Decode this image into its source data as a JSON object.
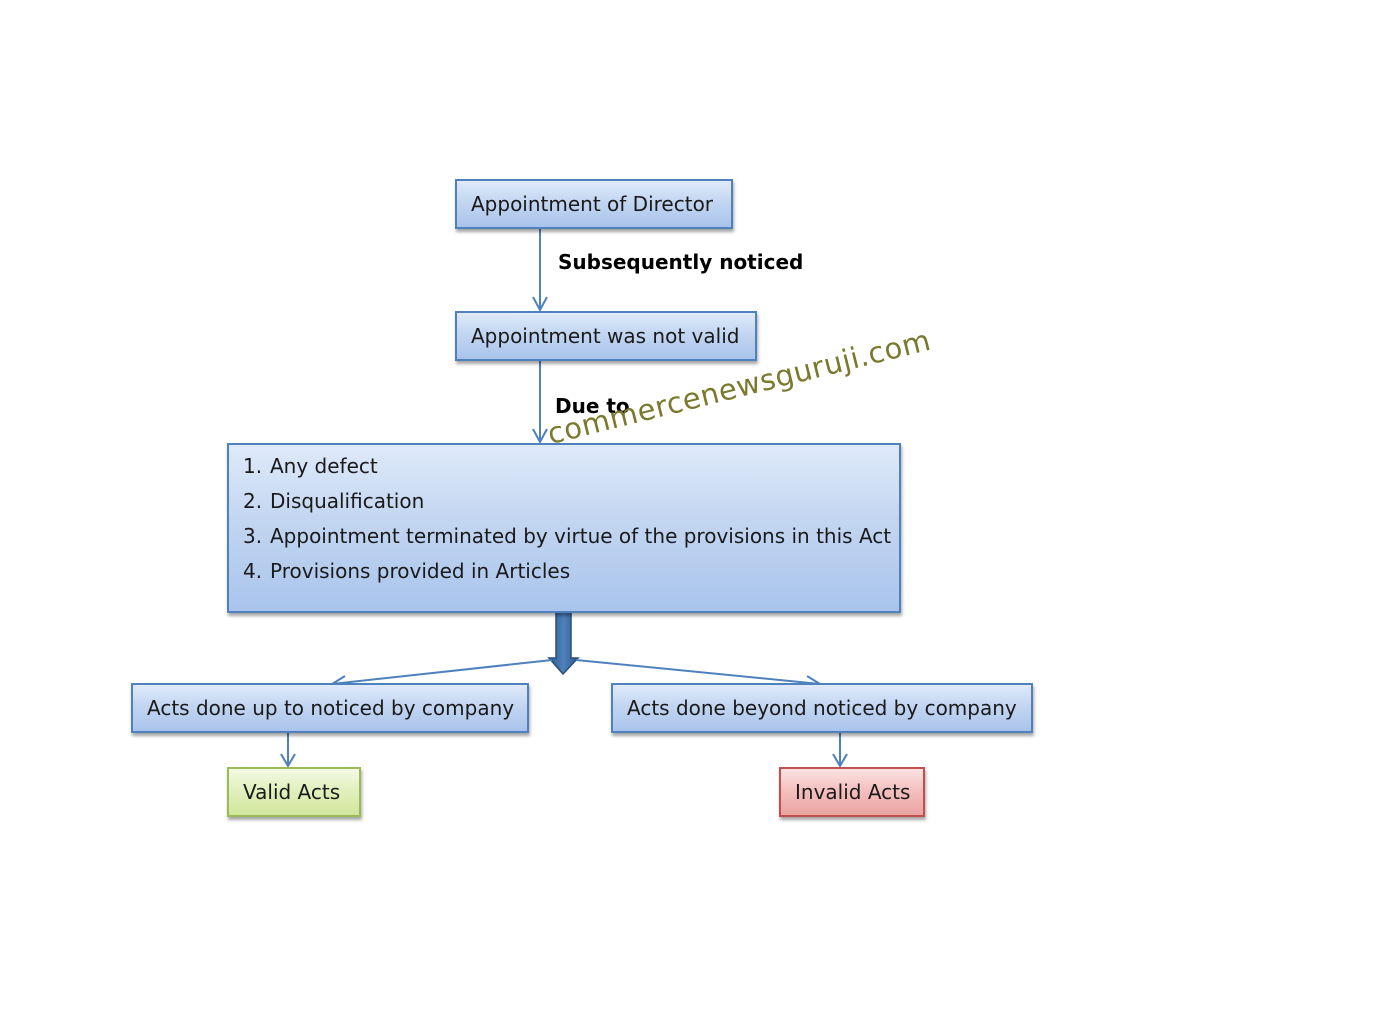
{
  "nodes": {
    "appointment": "Appointment of Director",
    "not_valid": "Appointment was not valid",
    "reasons": [
      {
        "num": "1.",
        "text": "Any defect"
      },
      {
        "num": "2.",
        "text": "Disqualification"
      },
      {
        "num": "3.",
        "text": "Appointment terminated by virtue of the provisions in this Act"
      },
      {
        "num": "4.",
        "text": "Provisions provided in Articles"
      }
    ],
    "acts_up_to": "Acts done up to noticed by company",
    "acts_beyond": "Acts done beyond noticed by company",
    "valid_acts": "Valid Acts",
    "invalid_acts": "Invalid Acts"
  },
  "edge_labels": {
    "subsequently_noticed": "Subsequently noticed",
    "due_to": "Due to"
  },
  "watermark": "commercenewsguruji.com",
  "colors": {
    "box_border": "#4f81bd",
    "box_fill": "#c3d6f1",
    "valid_border": "#9bbb59",
    "valid_fill": "#e2f0bf",
    "invalid_border": "#c0504d",
    "invalid_fill": "#f4c1c0",
    "connector": "#4f81bd",
    "watermark": "#7a7a2e"
  }
}
